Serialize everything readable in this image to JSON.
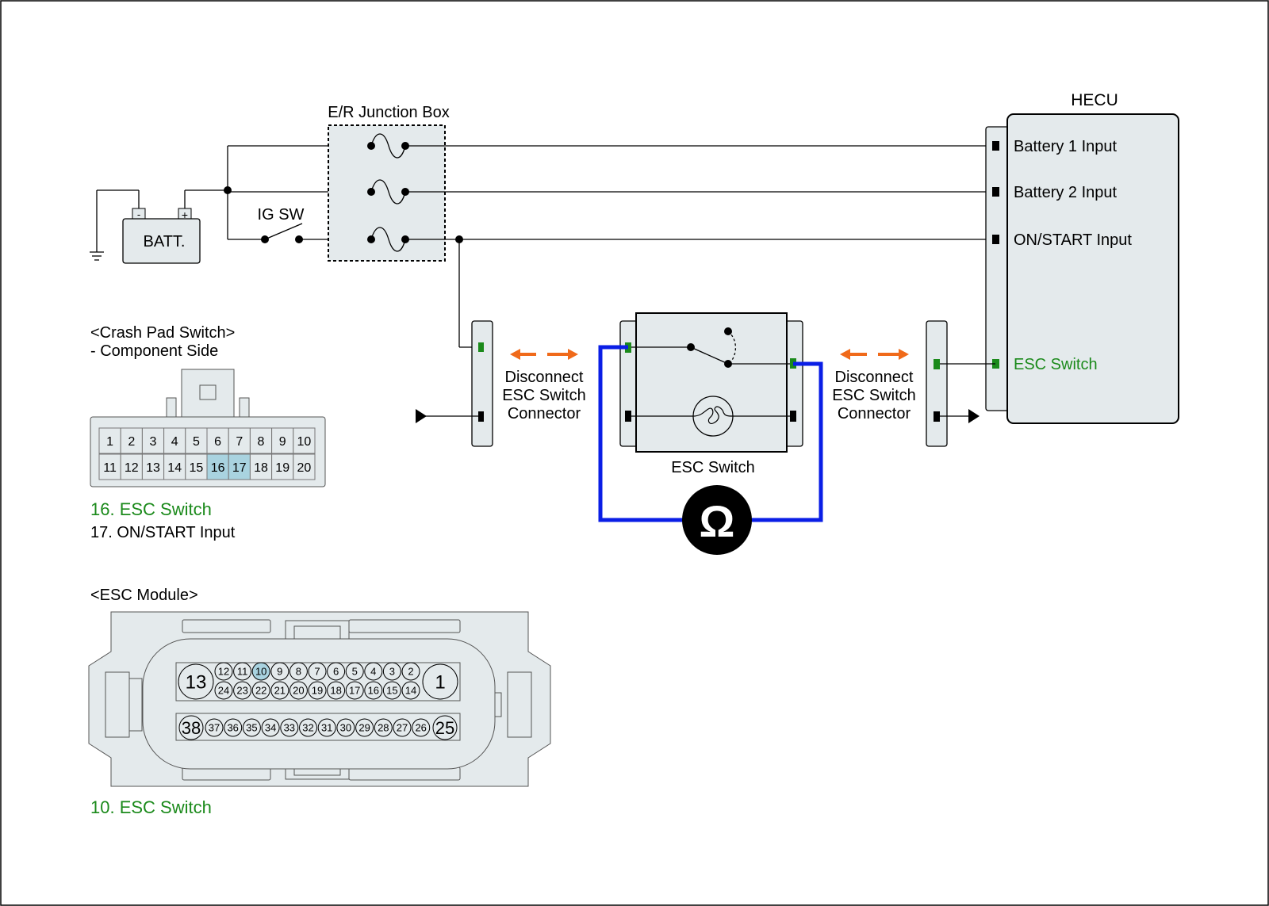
{
  "junction_box": {
    "label": "E/R Junction Box"
  },
  "battery": {
    "label": "BATT.",
    "neg": "-",
    "pos": "+"
  },
  "ig_switch": {
    "label": "IG SW"
  },
  "hecu": {
    "title": "HECU",
    "pins": {
      "battery1": "Battery 1 Input",
      "battery2": "Battery 2 Input",
      "on_start": "ON/START Input",
      "esc_switch": "ESC Switch"
    }
  },
  "esc_switch": {
    "label": "ESC Switch"
  },
  "disconnect_left": {
    "line1": "Disconnect",
    "line2": "ESC Switch",
    "line3": "Connector"
  },
  "disconnect_right": {
    "line1": "Disconnect",
    "line2": "ESC Switch",
    "line3": "Connector"
  },
  "ohmmeter": {
    "symbol": "Ω"
  },
  "crash_pad": {
    "title": "<Crash Pad Switch>",
    "subtitle": "- Component Side",
    "row1": [
      "1",
      "2",
      "3",
      "4",
      "5",
      "6",
      "7",
      "8",
      "9",
      "10"
    ],
    "row2": [
      "11",
      "12",
      "13",
      "14",
      "15",
      "16",
      "17",
      "18",
      "19",
      "20"
    ],
    "highlighted": [
      "16",
      "17"
    ],
    "legend1": "16. ESC Switch",
    "legend2": "17. ON/START Input"
  },
  "esc_module": {
    "title": "<ESC Module>",
    "big_left_top": "13",
    "big_right_top": "1",
    "top_row1": [
      "12",
      "11",
      "10",
      "9",
      "8",
      "7",
      "6",
      "5",
      "4",
      "3",
      "2"
    ],
    "top_row2": [
      "24",
      "23",
      "22",
      "21",
      "20",
      "19",
      "18",
      "17",
      "16",
      "15",
      "14"
    ],
    "big_left_bottom": "38",
    "big_right_bottom": "25",
    "bottom_row": [
      "37",
      "36",
      "35",
      "34",
      "33",
      "32",
      "31",
      "30",
      "29",
      "28",
      "27",
      "26"
    ],
    "highlighted": [
      "10"
    ],
    "legend": "10. ESC Switch"
  },
  "colors": {
    "accent_green": "#1b8a1b",
    "highlight": "#a9d3e0",
    "meter_wire": "#0a1ee6",
    "arrow_orange": "#f06a1a",
    "box_fill": "#e4eaec"
  }
}
